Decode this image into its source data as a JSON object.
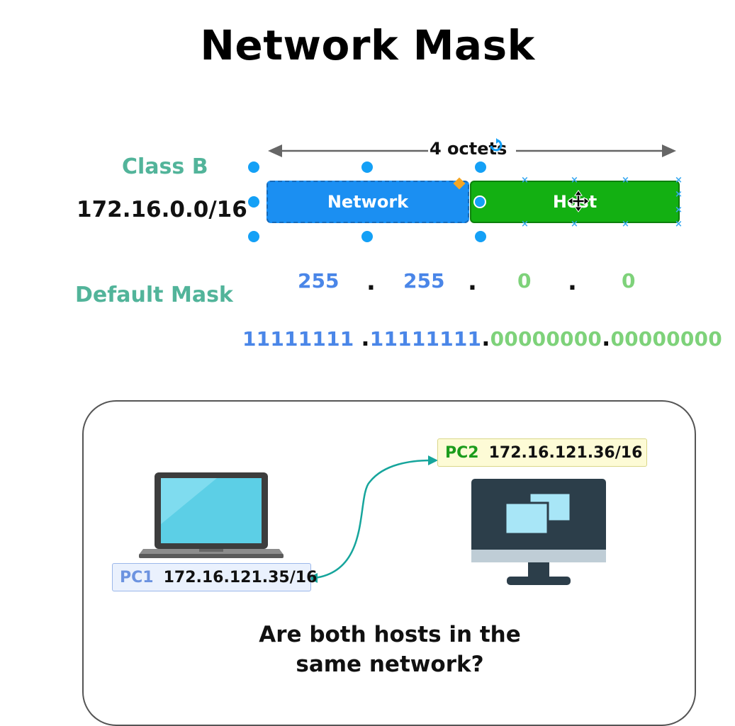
{
  "title": "Network Mask",
  "octets_label": "4 octets",
  "class_label": "Class B",
  "address": "172.16.0.0/16",
  "default_mask_label": "Default Mask",
  "bars": {
    "network": "Network",
    "host": "Host"
  },
  "mask_decimal": [
    "255",
    "255",
    "0",
    "0"
  ],
  "mask_separators": [
    ".",
    ".",
    "."
  ],
  "mask_binary": [
    "11111111",
    "11111111",
    "00000000",
    "00000000"
  ],
  "colors": {
    "network": "#1b8ff2",
    "host": "#13b012",
    "teal": "#52b49a",
    "network_text": "#4a86e8",
    "host_text": "#7ed27a"
  },
  "pc1": {
    "name": "PC1",
    "ip": "172.16.121.35/16",
    "icon": "laptop-icon"
  },
  "pc2": {
    "name": "PC2",
    "ip": "172.16.121.36/16",
    "icon": "monitor-icon"
  },
  "question": [
    "Are both hosts in the",
    "same network?"
  ]
}
